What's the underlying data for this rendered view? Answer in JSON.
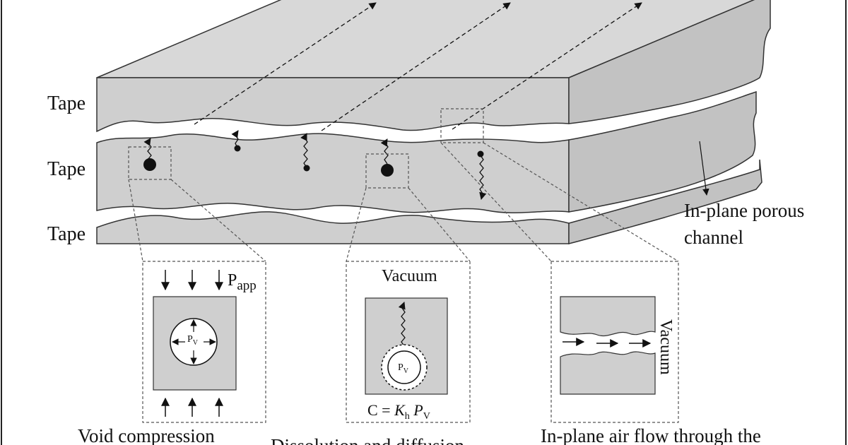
{
  "layers": [
    {
      "label": "Tape"
    },
    {
      "label": "Tape"
    },
    {
      "label": "Tape"
    }
  ],
  "channel_label": {
    "line1": "In-plane porous",
    "line2": "channel"
  },
  "insets": {
    "compression": {
      "pressure_label": "P",
      "pressure_sub": "app",
      "void_label": "P",
      "void_sub": "V",
      "caption": "Void compression"
    },
    "dissolution": {
      "top_label": "Vacuum",
      "void_label": "P",
      "void_sub": "V",
      "eq_c": "C = ",
      "eq_k": "K",
      "eq_k_sub": "h",
      "eq_p": " P",
      "eq_p_sub": "V",
      "caption": "Dissolution and diffusion"
    },
    "airflow": {
      "side_label": "Vacuum",
      "caption": "In-plane air flow through the"
    }
  },
  "colors": {
    "tape_fill": "#cfcfcf",
    "tape_side": "#c2c2c2",
    "tape_top": "#d8d8d8",
    "outline": "#333333",
    "line": "#111111"
  }
}
